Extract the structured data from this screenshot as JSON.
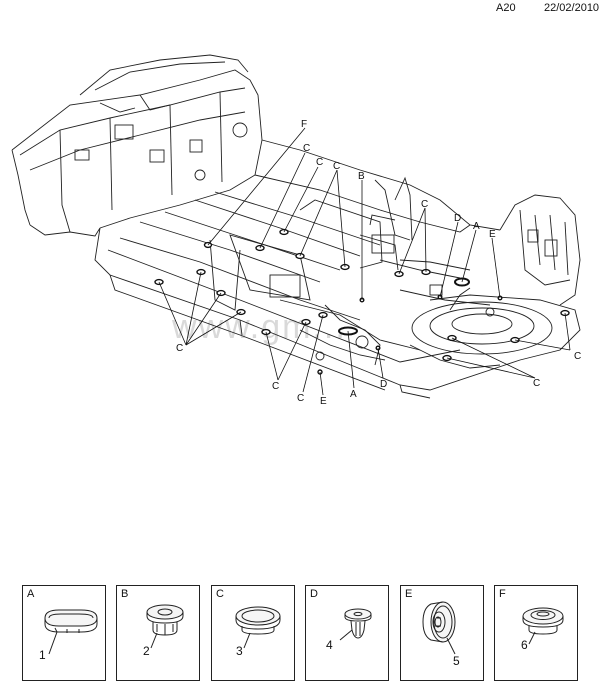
{
  "header": {
    "code": "A20",
    "date": "22/02/2010"
  },
  "watermark": "www.gm...",
  "callouts": {
    "F": "F",
    "B": "B",
    "D": "D",
    "A": "A",
    "E": "E",
    "C": "C"
  },
  "legend": [
    {
      "letter": "A",
      "number": "1",
      "icon": "oval-plug-icon"
    },
    {
      "letter": "B",
      "number": "2",
      "icon": "stepped-plug-icon"
    },
    {
      "letter": "C",
      "number": "3",
      "icon": "flat-round-plug-icon"
    },
    {
      "letter": "D",
      "number": "4",
      "icon": "push-clip-icon"
    },
    {
      "letter": "E",
      "number": "5",
      "icon": "grommet-icon"
    },
    {
      "letter": "F",
      "number": "6",
      "icon": "domed-plug-icon"
    }
  ]
}
